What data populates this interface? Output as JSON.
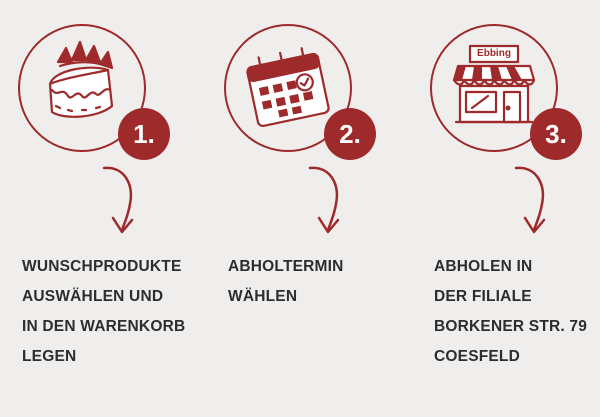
{
  "colors": {
    "accent": "#9e2a2b",
    "background": "#efeeed",
    "text": "#2d2d2d"
  },
  "steps": [
    {
      "number": "1.",
      "icon": "cake-icon",
      "lines": [
        "WUNSCHPRODUKTE",
        "AUSWÄHLEN UND",
        "IN DEN WARENKORB",
        "LEGEN"
      ]
    },
    {
      "number": "2.",
      "icon": "calendar-icon",
      "lines": [
        "ABHOLTERMIN",
        "WÄHLEN"
      ]
    },
    {
      "number": "3.",
      "icon": "storefront-icon",
      "store_sign": "Ebbing",
      "lines": [
        "ABHOLEN IN",
        "DER FILIALE",
        "BORKENER STR. 79",
        "COESFELD"
      ]
    }
  ]
}
